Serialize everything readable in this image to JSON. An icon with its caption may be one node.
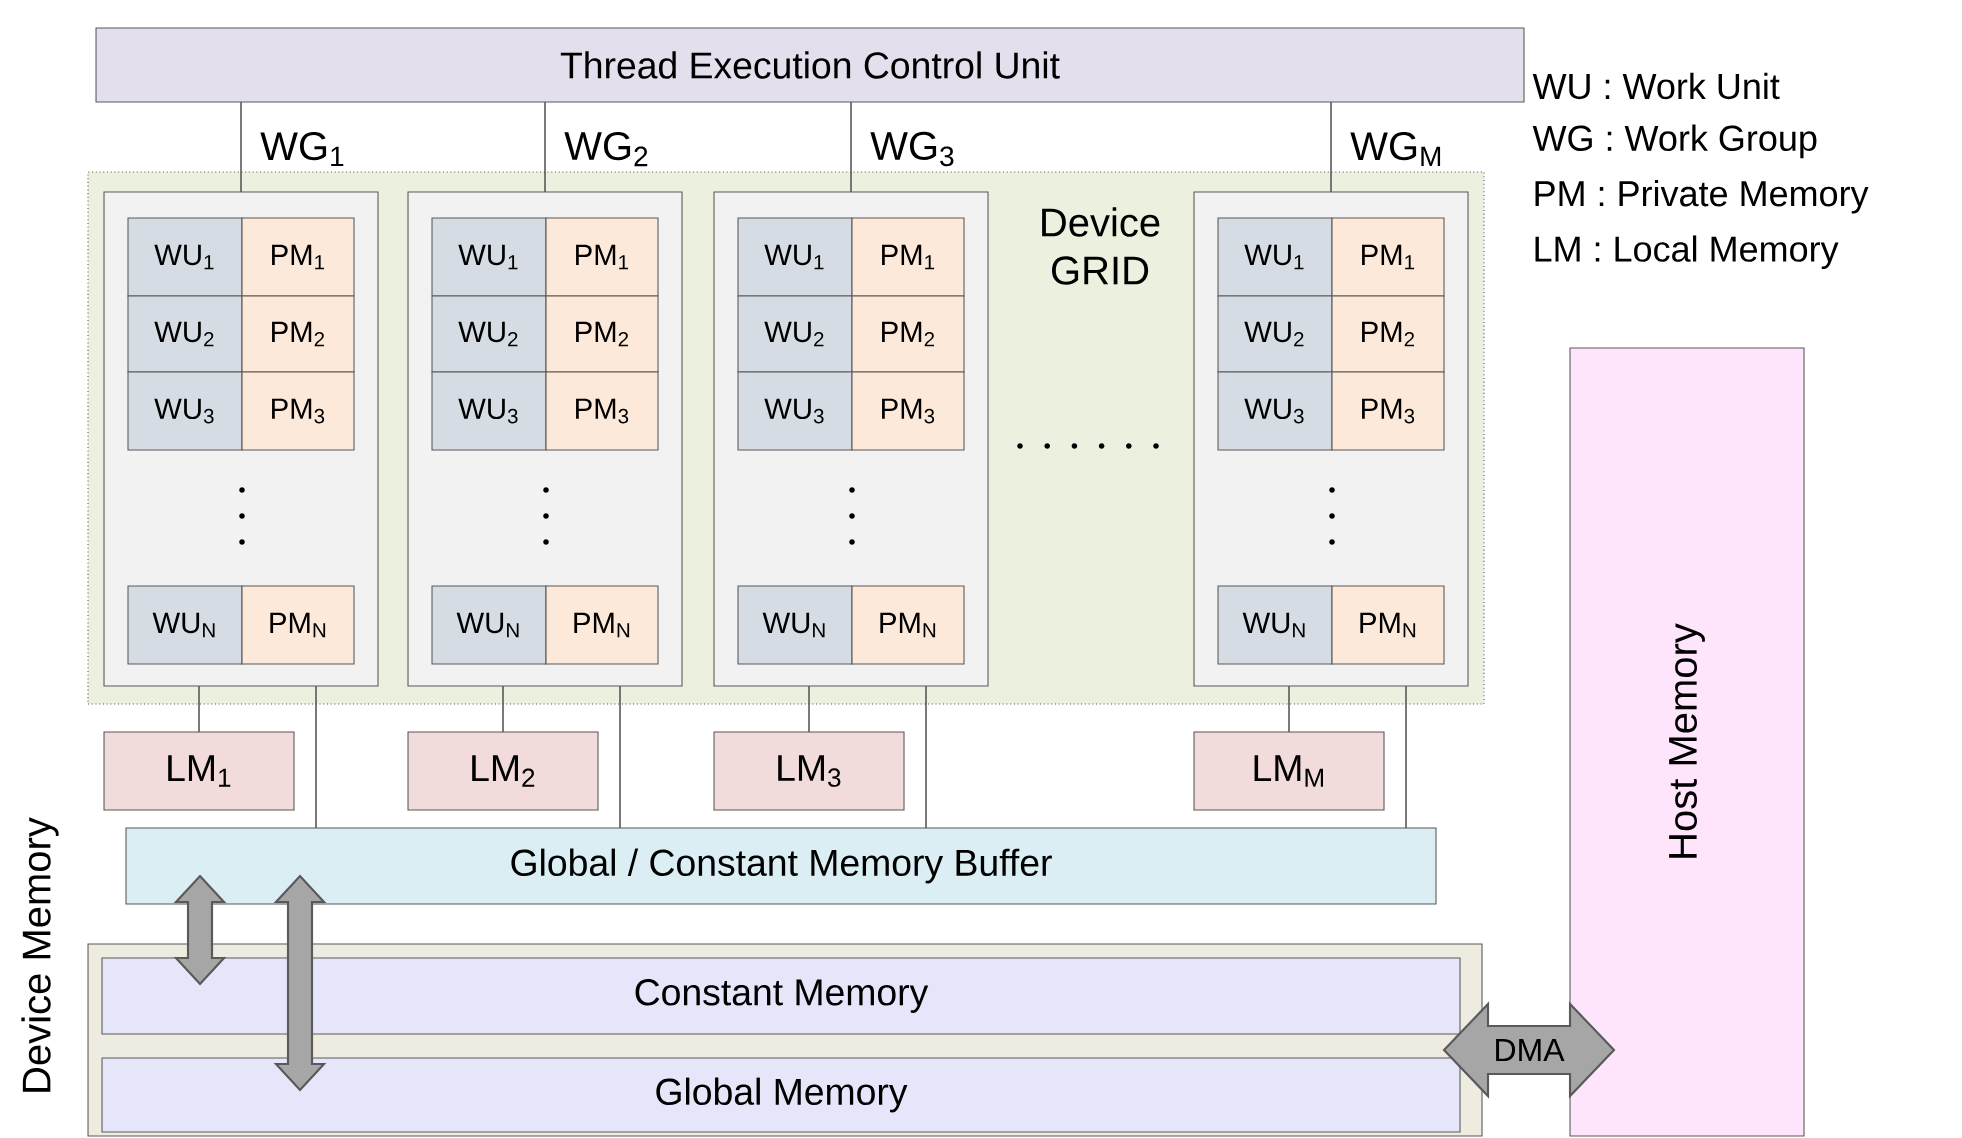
{
  "diagram": {
    "nodes": [
      {
        "text": [
          "Thread Execution Control Unit"
        ]
      },
      {
        "text": [
          "Device GRID"
        ]
      },
      {
        "text": [],
        "shape": "box",
        "in": 1
      },
      {
        "text": [
          "WU$_{1}$"
        ],
        "in": 2
      },
      {
        "text": [
          "PM$_{1}$"
        ],
        "in": 2
      },
      {
        "text": [
          "WU$_{2}$"
        ],
        "in": 2
      },
      {
        "text": [
          "PM$_{2}$"
        ],
        "in": 2
      },
      {
        "text": [
          "WU$_{3}$"
        ],
        "in": 2
      },
      {
        "text": [
          "PM$_{3}$"
        ],
        "in": 2
      },
      {
        "text": [
          "WU$_{N}$"
        ],
        "in": 2
      },
      {
        "text": [
          "PM$_{N}$"
        ],
        "in": 2
      },
      {
        "text": [],
        "shape": "box",
        "in": 1
      },
      {
        "text": [
          "WU$_{1}$"
        ],
        "in": 11
      },
      {
        "text": [
          "PM$_{1}$"
        ],
        "in": 11
      },
      {
        "text": [
          "WU$_{2}$"
        ],
        "in": 11
      },
      {
        "text": [
          "PM$_{2}$"
        ],
        "in": 11
      },
      {
        "text": [
          "WU$_{3}$"
        ],
        "in": 11
      },
      {
        "text": [
          "PM$_{3}$"
        ],
        "in": 11
      },
      {
        "text": [
          "WU$_{N}$"
        ],
        "in": 11
      },
      {
        "text": [
          "PM$_{N}$"
        ],
        "in": 11
      },
      {
        "text": [],
        "shape": "box",
        "in": 1
      },
      {
        "text": [
          "WU$_{1}$"
        ],
        "in": 20
      },
      {
        "text": [
          "PM$_{1}$"
        ],
        "in": 20
      },
      {
        "text": [
          "WU$_{2}$"
        ],
        "in": 20
      },
      {
        "text": [
          "PM$_{2}$"
        ],
        "in": 20
      },
      {
        "text": [
          "WU$_{3}$"
        ],
        "in": 20
      },
      {
        "text": [
          "PM$_{3}$"
        ],
        "in": 20
      },
      {
        "text": [
          "WU$_{N}$"
        ],
        "in": 20
      },
      {
        "text": [
          "PM$_{N}$"
        ],
        "in": 20
      },
      {
        "text": [],
        "shape": "box",
        "in": 1
      },
      {
        "text": [
          "WU$_{1}$"
        ],
        "in": 29
      },
      {
        "text": [
          "PM$_{1}$"
        ],
        "in": 29
      },
      {
        "text": [
          "WU$_{2}$"
        ],
        "in": 29
      },
      {
        "text": [
          "PM$_{2}$"
        ],
        "in": 29
      },
      {
        "text": [
          "WU$_{3}$"
        ],
        "in": 29
      },
      {
        "text": [
          "PM$_{3}$"
        ],
        "in": 29
      },
      {
        "text": [
          "WU$_{N}$"
        ],
        "in": 29
      },
      {
        "text": [
          "PM$_{N}$"
        ],
        "in": 29
      },
      {
        "text": [
          "LM$_{1}$"
        ]
      },
      {
        "text": [
          "LM$_{2}$"
        ]
      },
      {
        "text": [
          "LM$_{3}$"
        ]
      },
      {
        "text": [
          "LM$_{M}$"
        ]
      },
      {
        "text": [
          "Global / Constant Memory Buffer"
        ]
      },
      {
        "text": [
          "Device Memory"
        ]
      },
      {
        "text": [
          "Constant Memory"
        ],
        "in": 43
      },
      {
        "text": [
          "Global Memory"
        ],
        "in": 43
      },
      {
        "text": [
          "Host Memory"
        ]
      }
    ],
    "edges": [
      {
        "from": 0,
        "to": 2,
        "arrow": "none",
        "label": "WG$_{1}$"
      },
      {
        "from": 0,
        "to": 11,
        "arrow": "none",
        "label": "WG$_{2}$"
      },
      {
        "from": 0,
        "to": 20,
        "arrow": "none",
        "label": "WG$_{3}$"
      },
      {
        "from": 0,
        "to": 29,
        "arrow": "none",
        "label": "WG$_{M}$"
      },
      {
        "from": 2,
        "to": 38,
        "arrow": "none"
      },
      {
        "from": 11,
        "to": 39,
        "arrow": "none"
      },
      {
        "from": 20,
        "to": 40,
        "arrow": "none"
      },
      {
        "from": 29,
        "to": 41,
        "arrow": "none"
      },
      {
        "from": 2,
        "to": 42,
        "arrow": "none"
      },
      {
        "from": 11,
        "to": 42,
        "arrow": "none"
      },
      {
        "from": 20,
        "to": 42,
        "arrow": "none"
      },
      {
        "from": 29,
        "to": 42,
        "arrow": "none"
      },
      {
        "from": 42,
        "to": 44,
        "arrow": "both",
        "style": "thick",
        "color": "#a6a6a6"
      },
      {
        "from": 42,
        "to": 45,
        "arrow": "both",
        "style": "thick",
        "color": "#a6a6a6"
      },
      {
        "from": 43,
        "to": 46,
        "arrow": "both",
        "style": "thick",
        "color": "#a6a6a6",
        "label": "DMA"
      }
    ],
    "labels": [
      "WU : Work Unit",
      "WG : Work Group",
      "PM : Private Memory",
      "LM : Local Memory"
    ]
  }
}
